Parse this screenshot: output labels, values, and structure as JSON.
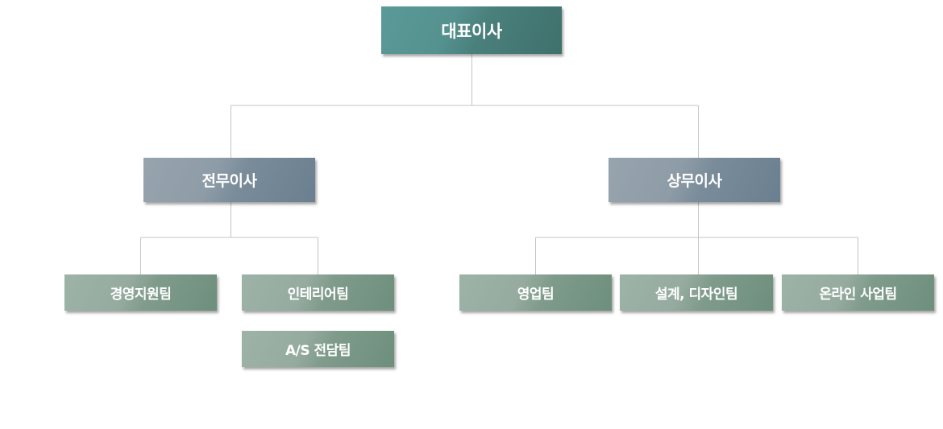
{
  "org_chart": {
    "root": {
      "label": "대표이사",
      "children": [
        {
          "label": "전무이사",
          "children": [
            {
              "label": "경영지원팀"
            },
            {
              "label": "인테리어팀",
              "children": [
                {
                  "label": "A/S 전담팀"
                }
              ]
            }
          ]
        },
        {
          "label": "상무이사",
          "children": [
            {
              "label": "영업팀"
            },
            {
              "label": "설계, 디자인팀"
            },
            {
              "label": "온라인 사업팀"
            }
          ]
        }
      ]
    }
  },
  "colors": {
    "level0": "#4f8785",
    "level1": "#8090a0",
    "level2": "#87a395",
    "connector": "#c4c4c4",
    "text": "#ffffff"
  }
}
